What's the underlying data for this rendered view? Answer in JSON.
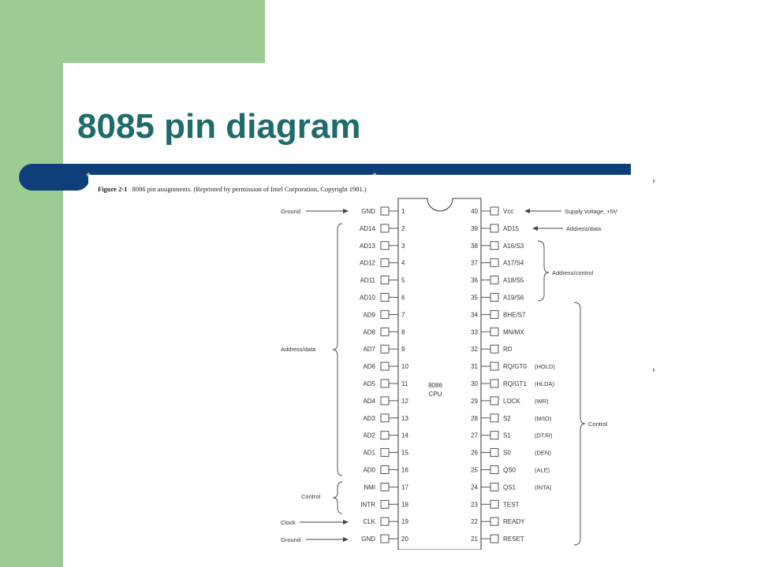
{
  "slide": {
    "title": "8085 pin diagram",
    "colors": {
      "accent_green": "#9ccb94",
      "title_teal": "#1f6b6b",
      "rule_navy": "#0f3f7a"
    }
  },
  "figure": {
    "caption_bold": "Figure 2-1",
    "caption_text": "8086 pin assignments. (Reprinted by permission of Intel Corporation, Copyright 1981.)",
    "chip_label_1": "8086",
    "chip_label_2": "CPU",
    "left_pins": [
      {
        "num": "1",
        "label": "GND"
      },
      {
        "num": "2",
        "label": "AD14"
      },
      {
        "num": "3",
        "label": "AD13"
      },
      {
        "num": "4",
        "label": "AD12"
      },
      {
        "num": "5",
        "label": "AD11"
      },
      {
        "num": "6",
        "label": "AD10"
      },
      {
        "num": "7",
        "label": "AD9"
      },
      {
        "num": "8",
        "label": "AD8"
      },
      {
        "num": "9",
        "label": "AD7"
      },
      {
        "num": "10",
        "label": "AD6"
      },
      {
        "num": "11",
        "label": "AD5"
      },
      {
        "num": "12",
        "label": "AD4"
      },
      {
        "num": "13",
        "label": "AD3"
      },
      {
        "num": "14",
        "label": "AD2"
      },
      {
        "num": "15",
        "label": "AD1"
      },
      {
        "num": "16",
        "label": "AD0"
      },
      {
        "num": "17",
        "label": "NMI"
      },
      {
        "num": "18",
        "label": "INTR"
      },
      {
        "num": "19",
        "label": "CLK"
      },
      {
        "num": "20",
        "label": "GND"
      }
    ],
    "right_pins": [
      {
        "num": "40",
        "label": "Vcc",
        "extra": ""
      },
      {
        "num": "39",
        "label": "AD15",
        "extra": ""
      },
      {
        "num": "38",
        "label": "A16/S3",
        "extra": ""
      },
      {
        "num": "37",
        "label": "A17/S4",
        "extra": ""
      },
      {
        "num": "36",
        "label": "A18/S5",
        "extra": ""
      },
      {
        "num": "35",
        "label": "A19/S6",
        "extra": ""
      },
      {
        "num": "34",
        "label": "BHE/S7",
        "extra": ""
      },
      {
        "num": "33",
        "label": "MN/MX",
        "extra": ""
      },
      {
        "num": "32",
        "label": "RD",
        "extra": ""
      },
      {
        "num": "31",
        "label": "RQ/GT0",
        "extra": "(HOLD)"
      },
      {
        "num": "30",
        "label": "RQ/GT1",
        "extra": "(HLDA)"
      },
      {
        "num": "29",
        "label": "LOCK",
        "extra": "(WR)"
      },
      {
        "num": "28",
        "label": "S2",
        "extra": "(M/IO)"
      },
      {
        "num": "27",
        "label": "S1",
        "extra": "(DT/R)"
      },
      {
        "num": "26",
        "label": "S0",
        "extra": "(DEN)"
      },
      {
        "num": "25",
        "label": "QS0",
        "extra": "(ALE)"
      },
      {
        "num": "24",
        "label": "QS1",
        "extra": "(INTA)"
      },
      {
        "num": "23",
        "label": "TEST",
        "extra": ""
      },
      {
        "num": "22",
        "label": "READY",
        "extra": ""
      },
      {
        "num": "21",
        "label": "RESET",
        "extra": ""
      }
    ],
    "left_groups": {
      "ground_top": "Ground",
      "address_data": "Address/data",
      "control": "Control",
      "clock": "Clock",
      "ground_bottom": "Ground"
    },
    "right_groups": {
      "supply": "Supply voltage, +5V",
      "address_data": "Address/data",
      "address_control": "Address/control",
      "control": "Control"
    }
  }
}
